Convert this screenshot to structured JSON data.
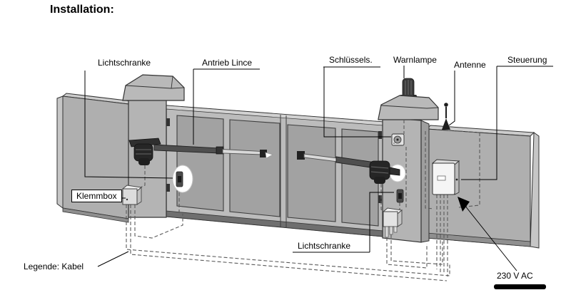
{
  "title": "Installation:",
  "labels": {
    "lichtschranke_top": "Lichtschranke",
    "antrieb_lince": "Antrieb Lince",
    "schluessels": "Schlüssels.",
    "warnlampe": "Warnlampe",
    "antenne": "Antenne",
    "steuerung": "Steuerung",
    "klemmbox": "Klemmbox",
    "lichtschranke_bottom": "Lichtschranke",
    "legende": "Legende: Kabel",
    "power": "230 V AC"
  },
  "colors": {
    "background": "#ffffff",
    "wall_face": "#afafaf",
    "wall_side": "#c6c6c6",
    "wall_top": "#cdcdcd",
    "pillar_face": "#b4b4b4",
    "pillar_cap": "#b9b9b9",
    "gate_frame": "#bcbcbc",
    "gate_panel": "#a2a2a2",
    "gate_bottom": "#6f6f6f",
    "motor_dark": "#262626",
    "arm_tube": "#4f4f4f",
    "arm_rod": "#d9d9d9",
    "device_box": "#dcdcdc",
    "control_box": "#f5f5f5",
    "cable": "#5a5a5a",
    "line": "#000000"
  }
}
